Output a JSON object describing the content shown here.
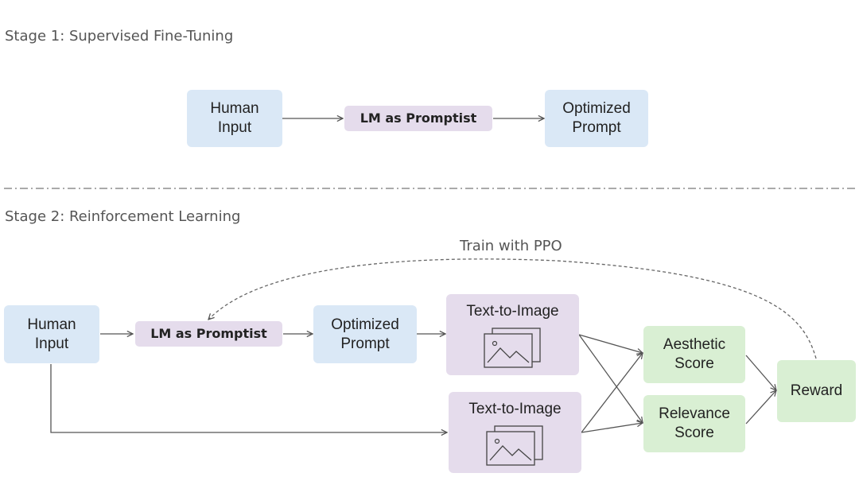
{
  "stage1": {
    "label": "Stage 1: Supervised Fine-Tuning",
    "human_input": "Human\nInput",
    "promptist": "LM as Promptist",
    "optimized_prompt": "Optimized\nPrompt"
  },
  "stage2": {
    "label": "Stage 2: Reinforcement Learning",
    "feedback_label": "Train with PPO",
    "human_input": "Human\nInput",
    "promptist": "LM as Promptist",
    "optimized_prompt": "Optimized\nPrompt",
    "t2i_top": "Text-to-Image",
    "t2i_bottom": "Text-to-Image",
    "aesthetic": "Aesthetic\nScore",
    "relevance": "Relevance\nScore",
    "reward": "Reward"
  },
  "colors": {
    "blue_box": "#dae8f6",
    "purple_box": "#e5dcec",
    "green_box": "#d9efd3",
    "arrow": "#555555"
  }
}
